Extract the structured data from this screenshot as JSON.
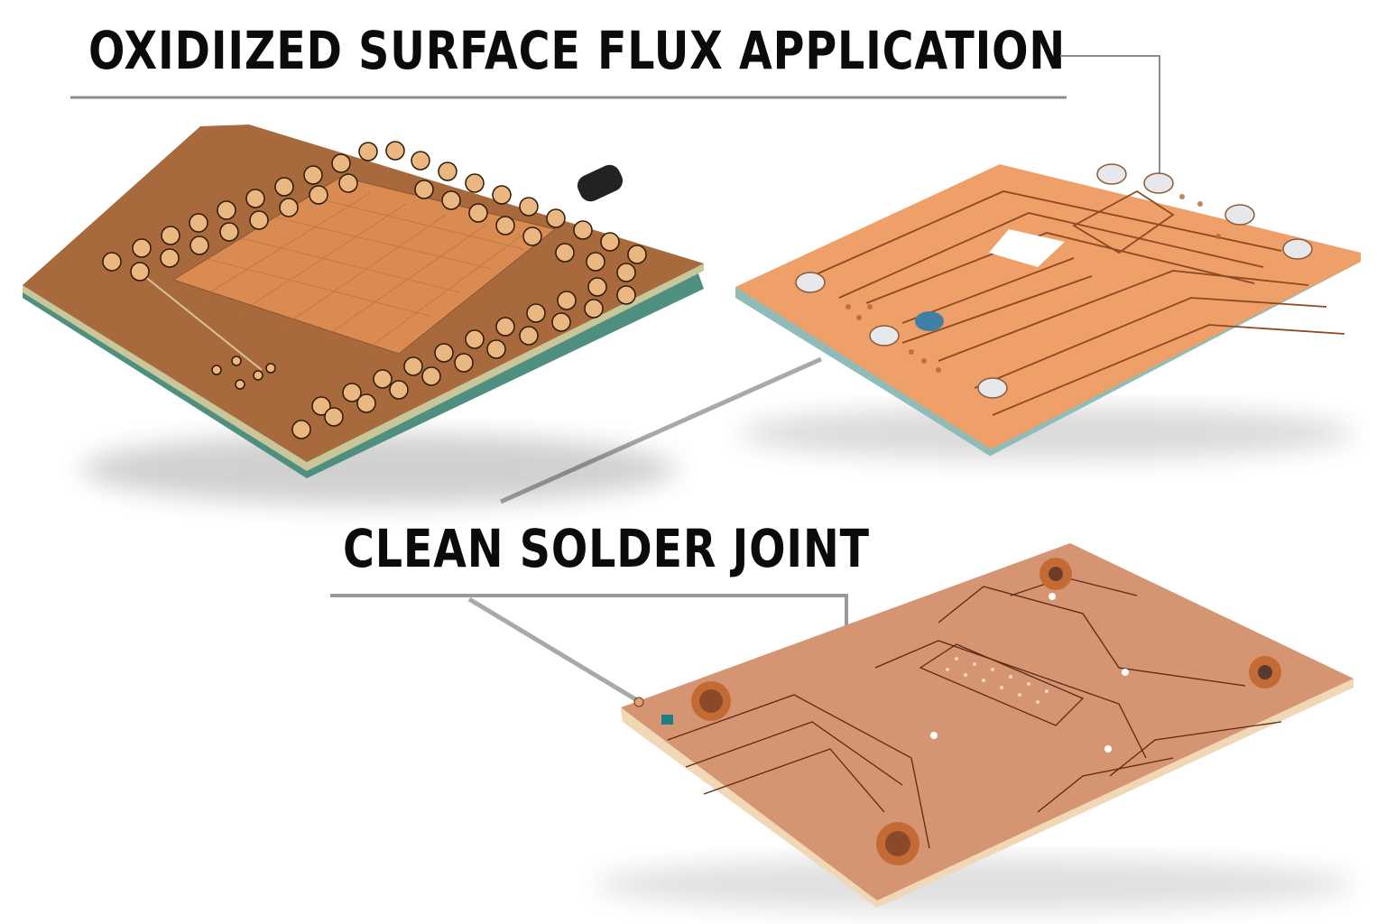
{
  "diagram": {
    "type": "process-illustration",
    "subject": "PCB soldering surface preparation stages",
    "stages": [
      {
        "id": "oxidized",
        "label": "OXIDIIZED SURFACE",
        "board_color": "#a86a3c",
        "pad_color": "#e9b77f",
        "substrate_color": "#4f8f80"
      },
      {
        "id": "flux",
        "label": "FLUX APPLICATION",
        "board_color": "#ef9f68",
        "pad_color": "#e4e6ea",
        "substrate_color": "#8fbcb8",
        "accent": "#3f7fa8"
      },
      {
        "id": "clean",
        "label": "CLEAN SOLDER JOINT",
        "board_color": "#d59572",
        "pad_color": "#c46a35",
        "substrate_color": "#f0d7b6",
        "accent": "#1e7f86"
      }
    ],
    "leader_line_color": "#8c8c8c",
    "text_color": "#0b0b0b"
  }
}
